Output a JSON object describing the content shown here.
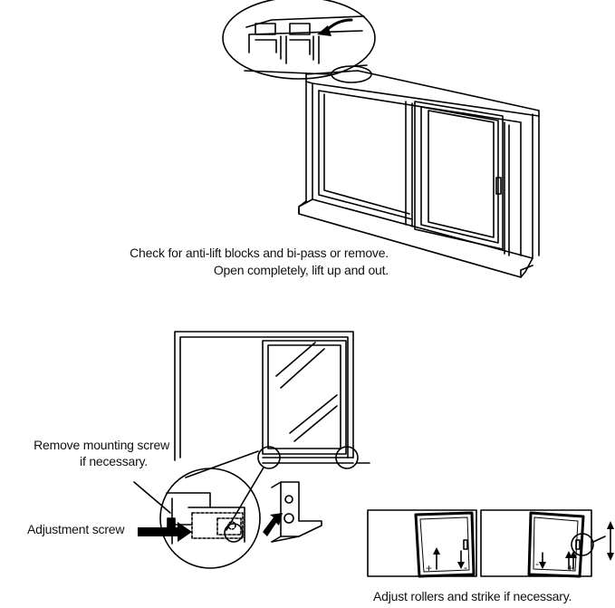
{
  "figure_1": {
    "caption_line1": "Check for anti-lift blocks and bi-pass or remove.",
    "caption_line2": "Open completely, lift up and out."
  },
  "figure_2": {
    "callout_mounting_line1": "Remove mounting screw",
    "callout_mounting_line2": "if necessary.",
    "callout_adjustment": "Adjustment screw"
  },
  "figure_3": {
    "caption": "Adjust rollers and strike if necessary.",
    "sign_plus": "+",
    "sign_minus": "-"
  }
}
